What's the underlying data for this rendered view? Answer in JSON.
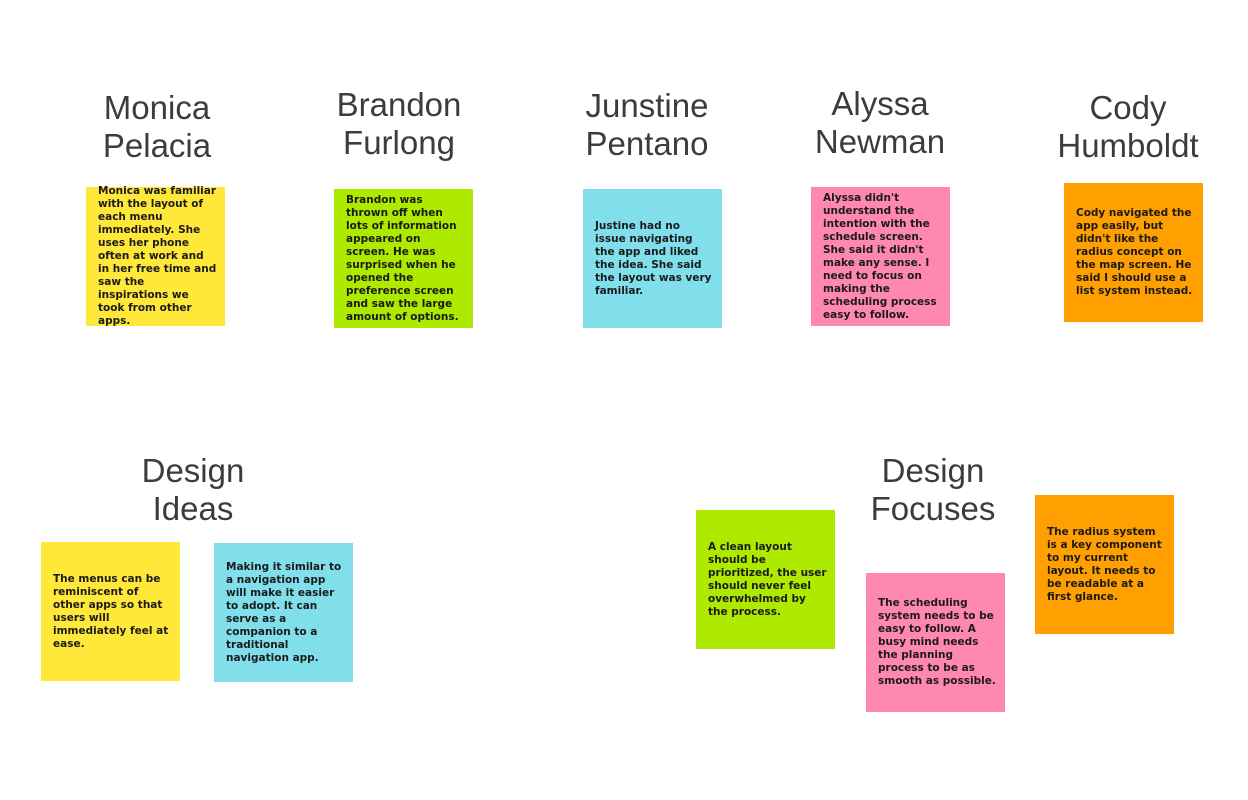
{
  "colors": {
    "yellow": "#ffe83a",
    "green": "#aeea00",
    "cyan": "#80dfea",
    "pink": "#ff88b0",
    "orange": "#ff9f00"
  },
  "personas": [
    {
      "name_line1": "Monica",
      "name_line2": "Pelacia",
      "note": "Monica was familiar with the layout of each menu immediately. She uses her phone often at work and in her free time and saw the inspirations we took from other apps.",
      "color": "yellow"
    },
    {
      "name_line1": "Brandon",
      "name_line2": "Furlong",
      "note": "Brandon was thrown off when lots of information appeared on screen. He was surprised when he opened the preference screen and saw the large amount of options.",
      "color": "green"
    },
    {
      "name_line1": "Junstine",
      "name_line2": "Pentano",
      "note": "Justine had no issue navigating the app and liked the idea. She said the layout was very familiar.",
      "color": "cyan"
    },
    {
      "name_line1": "Alyssa",
      "name_line2": "Newman",
      "note": "Alyssa didn't understand the intention with the schedule screen. She said it didn't make any sense. I need to focus on making the scheduling process easy to follow.",
      "color": "pink"
    },
    {
      "name_line1": "Cody",
      "name_line2": "Humboldt",
      "note": "Cody navigated the app easily, but didn't like the radius concept on the map screen. He said I should use a list system instead.",
      "color": "orange"
    }
  ],
  "design_ideas": {
    "title_line1": "Design",
    "title_line2": "Ideas",
    "notes": [
      {
        "text": "The menus can be reminiscent of other apps so that users will immediately feel at ease.",
        "color": "yellow"
      },
      {
        "text": "Making it similar to a navigation app will make it easier to adopt. It can serve as a companion to a traditional navigation app.",
        "color": "cyan"
      }
    ]
  },
  "design_focuses": {
    "title_line1": "Design",
    "title_line2": "Focuses",
    "notes": [
      {
        "text": "A clean layout should be prioritized, the user should never feel overwhelmed by the process.",
        "color": "green"
      },
      {
        "text": "The scheduling system needs to be easy to follow. A busy mind needs the planning process to be as smooth as possible.",
        "color": "pink"
      },
      {
        "text": "The radius system is a key component to my current layout. It needs to be readable at a first glance.",
        "color": "orange"
      }
    ]
  }
}
